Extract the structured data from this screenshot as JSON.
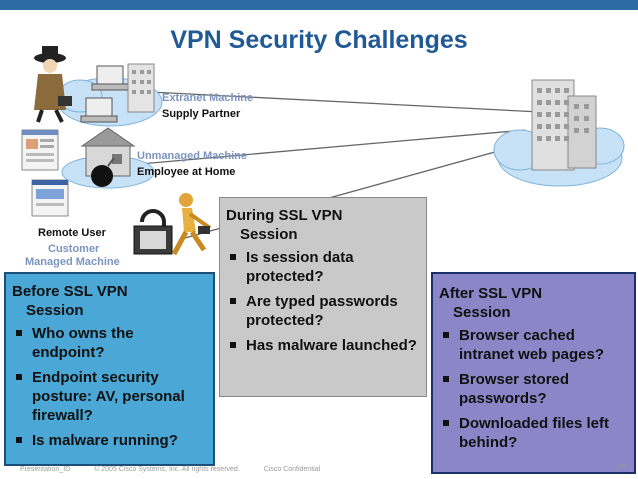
{
  "slide": {
    "title": "VPN Security Challenges"
  },
  "labels": {
    "extranet_machine": "Extranet Machine",
    "supply_partner": "Supply Partner",
    "unmanaged_machine": "Unmanaged Machine",
    "employee_at_home": "Employee at Home",
    "remote_user": "Remote User",
    "customer_managed_line1": "Customer",
    "customer_managed_line2": "Managed Machine"
  },
  "boxes": {
    "before": {
      "heading1": "Before SSL VPN",
      "heading2": "Session",
      "items": [
        "Who owns the endpoint?",
        "Endpoint security posture: AV, personal firewall?",
        "Is malware running?"
      ]
    },
    "during": {
      "heading1": "During SSL VPN",
      "heading2": "Session",
      "items": [
        "Is session data protected?",
        "Are typed passwords protected?",
        "Has malware launched?"
      ]
    },
    "after": {
      "heading1": "After SSL VPN",
      "heading2": "Session",
      "items": [
        "Browser cached intranet web pages?",
        "Browser stored passwords?",
        "Downloaded files left behind?"
      ]
    }
  },
  "footer": {
    "presentation": "Presentation_ID",
    "copyright": "© 2005 Cisco Systems, Inc. All rights reserved.",
    "confidential": "Cisco Confidential",
    "page": "55"
  },
  "colors": {
    "title": "#1f5a96",
    "before_box": "#4aa7d6",
    "during_box": "#c9c9c9",
    "after_box": "#8a86c8"
  },
  "icons": [
    "cloud-icon",
    "building-icon",
    "laptop-icon",
    "spy-icon",
    "house-icon",
    "bomb-icon",
    "browser-window-icon",
    "padlock-icon",
    "running-person-icon"
  ]
}
